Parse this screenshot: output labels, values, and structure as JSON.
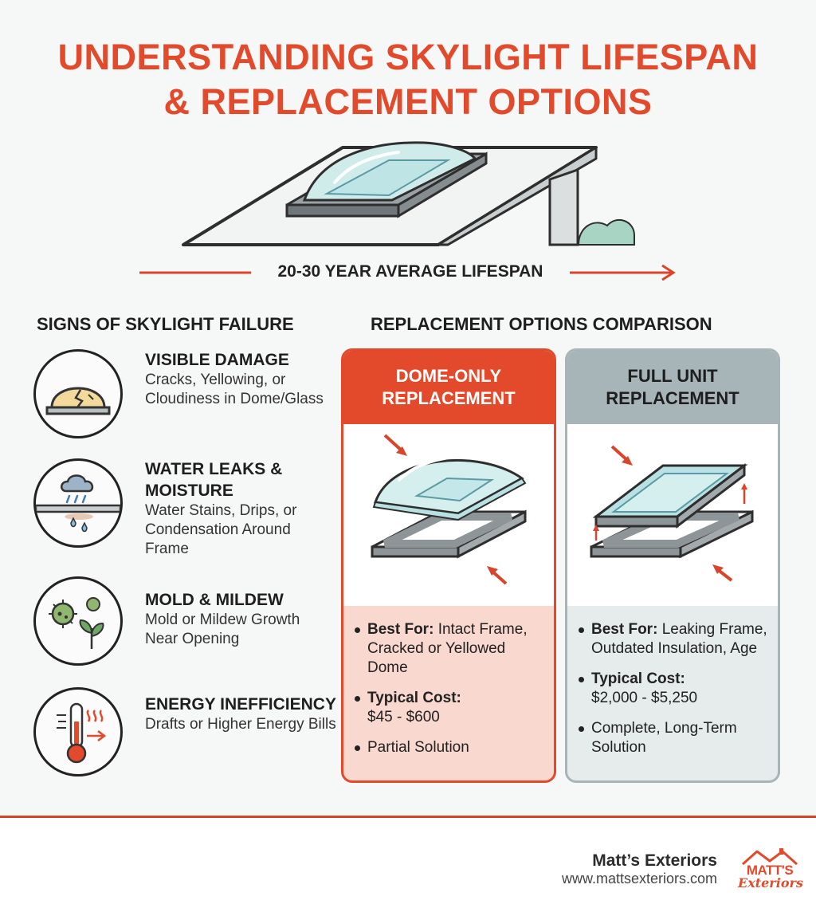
{
  "title": {
    "line1": "UNDERSTANDING SKYLIGHT LIFESPAN",
    "line2": "& REPLACEMENT OPTIONS"
  },
  "lifespan": "20-30 YEAR AVERAGE LIFESPAN",
  "signs": {
    "heading": "SIGNS OF SKYLIGHT FAILURE",
    "items": [
      {
        "title": "VISIBLE DAMAGE",
        "desc": "Cracks, Yellowing, or Cloudiness in Dome/Glass",
        "icon": "cracked-dome-icon"
      },
      {
        "title": "WATER LEAKS & MOISTURE",
        "desc": "Water Stains, Drips, or Condensation Around Frame",
        "icon": "rain-leak-icon"
      },
      {
        "title": "MOLD & MILDEW",
        "desc": "Mold or Mildew Growth Near Opening",
        "icon": "mold-icon"
      },
      {
        "title": "ENERGY INEFFICIENCY",
        "desc": "Drafts or Higher Energy Bills",
        "icon": "thermometer-icon"
      }
    ]
  },
  "options": {
    "heading": "REPLACEMENT OPTIONS COMPARISON",
    "dome": {
      "title": "DOME-ONLY REPLACEMENT",
      "best_for_label": "Best For:",
      "best_for": "Intact Frame, Cracked or Yellowed Dome",
      "cost_label": "Typical Cost:",
      "cost": "$45 - $600",
      "solution": "Partial Solution"
    },
    "full": {
      "title": "FULL UNIT REPLACEMENT",
      "best_for_label": "Best For:",
      "best_for": "Leaking Frame, Outdated Insulation, Age",
      "cost_label": "Typical Cost:",
      "cost": "$2,000 - $5,250",
      "solution": "Complete, Long-Term Solution"
    }
  },
  "footer": {
    "brand": "Matt’s Exteriors",
    "url": "www.mattsexteriors.com",
    "logo_top": "MATT'S",
    "logo_bottom": "Exteriors"
  },
  "colors": {
    "accent": "#e24a2b",
    "gray": "#a8b5b8",
    "dome_bg": "#f8d8cf",
    "full_bg": "#e6ebeb"
  }
}
